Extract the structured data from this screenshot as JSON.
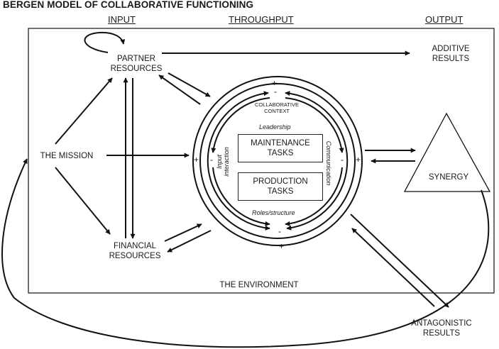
{
  "title": "BERGEN MODEL OF COLLABORATIVE FUNCTIONING",
  "headers": {
    "input": "INPUT",
    "throughput": "THROUGHPUT",
    "output": "OUTPUT"
  },
  "nodes": {
    "partner_resources": [
      "PARTNER",
      "RESOURCES"
    ],
    "the_mission": "THE MISSION",
    "financial_resources": [
      "FINANCIAL",
      "RESOURCES"
    ],
    "additive_results": [
      "ADDITIVE",
      "RESULTS"
    ],
    "synergy": "SYNERGY",
    "antagonistic_results": [
      "ANTAGONISTIC",
      "RESULTS"
    ],
    "the_environment": "THE ENVIRONMENT"
  },
  "circle": {
    "context": [
      "COLLABORATIVE",
      "CONTEXT"
    ],
    "leadership": "Leadership",
    "roles": "Roles/structure",
    "input_interaction": [
      "Input",
      "interaction"
    ],
    "communication": "Communication",
    "maintenance": [
      "MAINTENANCE",
      "TASKS"
    ],
    "production": [
      "PRODUCTION",
      "TASKS"
    ],
    "plus": "+",
    "minus": "-"
  }
}
